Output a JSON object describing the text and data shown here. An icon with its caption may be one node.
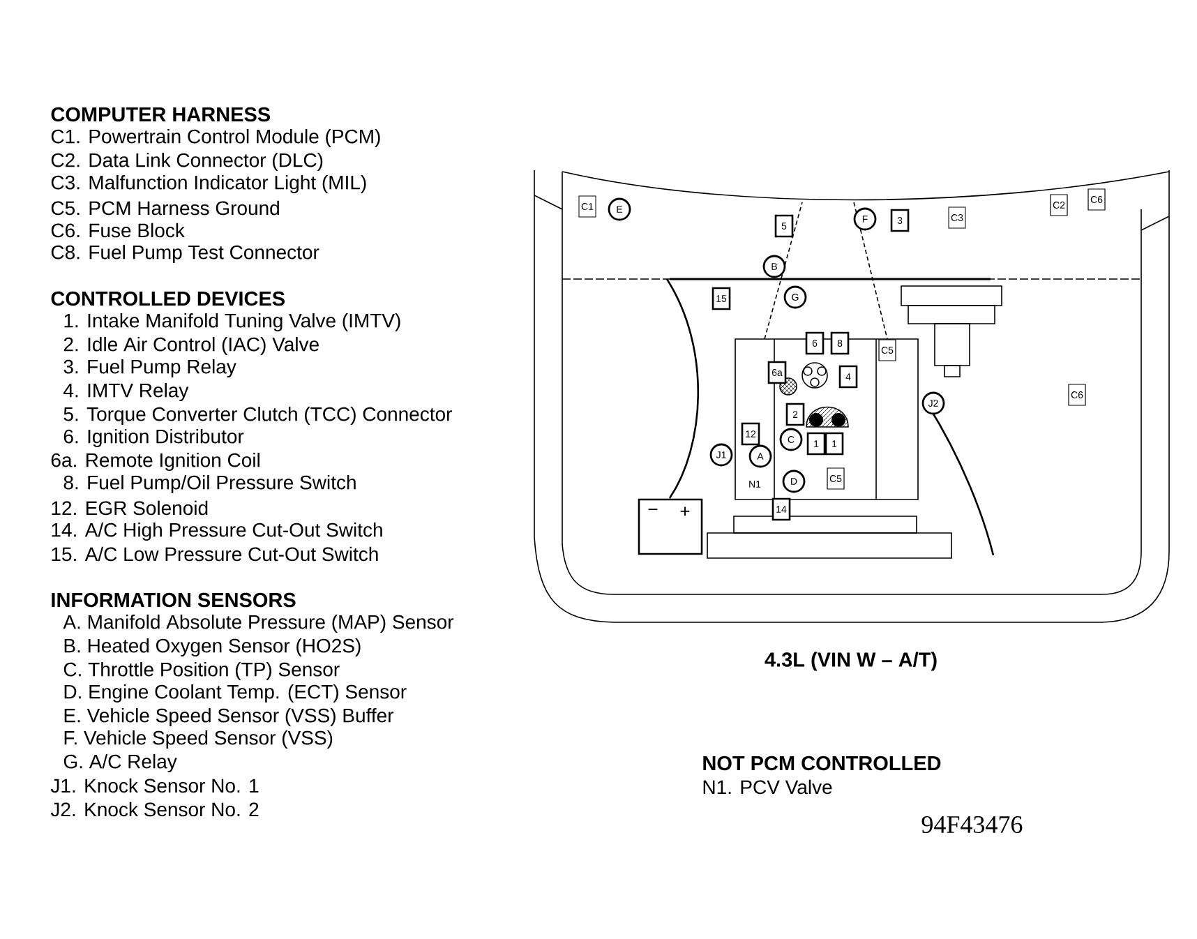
{
  "diagram": {
    "title": "4.3L (VIN W – A/T)",
    "nodes": [
      {
        "text": [
          "C1"
        ]
      },
      {
        "text": [
          "E"
        ]
      },
      {
        "text": [
          "C2"
        ]
      },
      {
        "text": [
          "C6"
        ]
      },
      {
        "text": [
          "5"
        ]
      },
      {
        "text": [
          "F"
        ]
      },
      {
        "text": [
          "3"
        ]
      },
      {
        "text": [
          "C3"
        ]
      },
      {
        "text": [
          "B"
        ]
      },
      {
        "text": [
          "15"
        ]
      },
      {
        "text": [
          "G"
        ]
      },
      {
        "text": [
          "6"
        ]
      },
      {
        "text": [
          "8"
        ]
      },
      {
        "text": [
          "C5"
        ]
      },
      {
        "text": [
          "6a"
        ]
      },
      {
        "text": [
          "4"
        ]
      },
      {
        "text": [
          "C6"
        ]
      },
      {
        "text": [
          "J2"
        ]
      },
      {
        "text": [
          "2"
        ]
      },
      {
        "text": [
          "12"
        ]
      },
      {
        "text": [
          "C"
        ]
      },
      {
        "text": [
          "1"
        ]
      },
      {
        "text": [
          "1"
        ]
      },
      {
        "text": [
          "J1"
        ]
      },
      {
        "text": [
          "A"
        ]
      },
      {
        "text": [
          "D"
        ]
      },
      {
        "text": [
          "C5"
        ]
      },
      {
        "text": [
          "14"
        ]
      }
    ],
    "labels": [
      "COMPUTER HARNESS",
      "C1. Powertrain Control Module (PCM)",
      "C2. Data Link Connector (DLC)",
      "C3. Malfunction Indicator Light (MIL)",
      "C5. PCM Harness Ground",
      "C6. Fuse Block",
      "C8. Fuel Pump Test Connector",
      "CONTROLLED DEVICES",
      "1. Intake Manifold Tuning Valve (IMTV)",
      "2. Idle Air Control (IAC) Valve",
      "3. Fuel Pump Relay",
      "4. IMTV Relay",
      "5. Torque Converter Clutch (TCC) Connector",
      "6. Ignition Distributor",
      "6a. Remote Ignition Coil",
      "8. Fuel Pump/Oil Pressure Switch",
      "12. EGR Solenoid",
      "14. A/C High Pressure Cut-Out Switch",
      "15. A/C Low Pressure Cut-Out Switch",
      "INFORMATION SENSORS",
      "A. Manifold Absolute Pressure (MAP) Sensor",
      "B. Heated Oxygen Sensor (HO2S)",
      "C. Throttle Position (TP) Sensor",
      "D. Engine Coolant Temp. (ECT) Sensor",
      "E. Vehicle Speed Sensor (VSS) Buffer",
      "F. Vehicle Speed Sensor (VSS)",
      "G. A/C Relay",
      "J1. Knock Sensor No. 1",
      "J2. Knock Sensor No. 2",
      "−",
      "+",
      "N1",
      "NOT PCM CONTROLLED",
      "N1. PCV Valve",
      "94F43476"
    ]
  }
}
